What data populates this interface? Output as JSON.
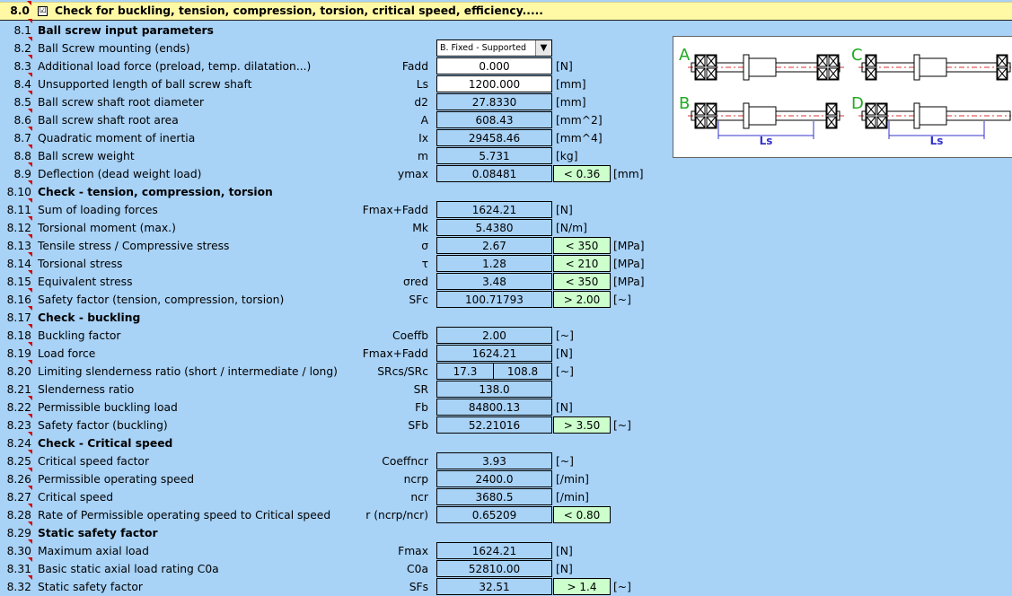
{
  "header": {
    "num": "8.0",
    "checked": "☑",
    "title": "Check for buckling, tension, compression, torsion, critical speed, efficiency....."
  },
  "rows": [
    {
      "num": "8.1",
      "label": "Ball screw input parameters",
      "section": true
    },
    {
      "num": "8.2",
      "label": "Ball Screw mounting (ends)",
      "dropdown": "B. Fixed - Supported"
    },
    {
      "num": "8.3",
      "label": "Additional load force (preload, temp. dilatation...)",
      "sym": "Fadd",
      "value": "0.000",
      "unit": "[N]",
      "white": true
    },
    {
      "num": "8.4",
      "label": "Unsupported length of ball screw shaft",
      "sym": "Ls",
      "value": "1200.000",
      "unit": "[mm]",
      "white": true
    },
    {
      "num": "8.5",
      "label": "Ball screw shaft root diameter",
      "sym": "d2",
      "value": "27.8330",
      "unit": "[mm]"
    },
    {
      "num": "8.6",
      "label": "Ball screw shaft root area",
      "sym": "A",
      "value": "608.43",
      "unit": "[mm^2]"
    },
    {
      "num": "8.7",
      "label": "Quadratic moment of inertia",
      "sym": "Ix",
      "value": "29458.46",
      "unit": "[mm^4]"
    },
    {
      "num": "8.8",
      "label": "Ball screw weight",
      "sym": "m",
      "value": "5.731",
      "unit": "[kg]"
    },
    {
      "num": "8.9",
      "label": "Deflection (dead weight load)",
      "sym": "ymax",
      "value": "0.08481",
      "limit": "< 0.36",
      "unit": "[mm]"
    },
    {
      "num": "8.10",
      "label": "Check - tension, compression, torsion",
      "section": true
    },
    {
      "num": "8.11",
      "label": "Sum of loading forces",
      "sym": "Fmax+Fadd",
      "value": "1624.21",
      "unit": "[N]"
    },
    {
      "num": "8.12",
      "label": "Torsional moment (max.)",
      "sym": "Mk",
      "value": "5.4380",
      "unit": "[N/m]"
    },
    {
      "num": "8.13",
      "label": "Tensile stress / Compressive stress",
      "sym": "σ",
      "value": "2.67",
      "limit": "< 350",
      "unit": "[MPa]"
    },
    {
      "num": "8.14",
      "label": "Torsional stress",
      "sym": "τ",
      "value": "1.28",
      "limit": "< 210",
      "unit": "[MPa]"
    },
    {
      "num": "8.15",
      "label": "Equivalent stress",
      "sym": "σred",
      "value": "3.48",
      "limit": "< 350",
      "unit": "[MPa]"
    },
    {
      "num": "8.16",
      "label": "Safety factor (tension, compression, torsion)",
      "sym": "SFc",
      "value": "100.71793",
      "limit": "> 2.00",
      "unit": "[~]"
    },
    {
      "num": "8.17",
      "label": "Check - buckling",
      "section": true
    },
    {
      "num": "8.18",
      "label": "Buckling factor",
      "sym": "Coeffb",
      "value": "2.00",
      "unit": "[~]"
    },
    {
      "num": "8.19",
      "label": "Load force",
      "sym": "Fmax+Fadd",
      "value": "1624.21",
      "unit": "[N]"
    },
    {
      "num": "8.20",
      "label": "Limiting slenderness ratio (short / intermediate / long)",
      "sym": "SRcs/SRc",
      "v1": "17.3",
      "v2": "108.8",
      "unit": "[~]"
    },
    {
      "num": "8.21",
      "label": "Slenderness ratio",
      "sym": "SR",
      "value": "138.0"
    },
    {
      "num": "8.22",
      "label": "Permissible buckling load",
      "sym": "Fb",
      "value": "84800.13",
      "unit": "[N]"
    },
    {
      "num": "8.23",
      "label": "Safety factor (buckling)",
      "sym": "SFb",
      "value": "52.21016",
      "limit": "> 3.50",
      "unit": "[~]"
    },
    {
      "num": "8.24",
      "label": "Check - Critical speed",
      "section": true
    },
    {
      "num": "8.25",
      "label": "Critical speed factor",
      "sym": "Coeffncr",
      "value": "3.93",
      "unit": "[~]"
    },
    {
      "num": "8.26",
      "label": "Permissible operating speed",
      "sym": "ncrp",
      "value": "2400.0",
      "unit": "[/min]"
    },
    {
      "num": "8.27",
      "label": "Critical speed",
      "sym": "ncr",
      "value": "3680.5",
      "unit": "[/min]"
    },
    {
      "num": "8.28",
      "label": "Rate of Permissible operating speed to Critical speed",
      "sym": "r (ncrp/ncr)",
      "value": "0.65209",
      "limit": "< 0.80"
    },
    {
      "num": "8.29",
      "label": "Static safety factor",
      "section": true
    },
    {
      "num": "8.30",
      "label": "Maximum axial load",
      "sym": "Fmax",
      "value": "1624.21",
      "unit": "[N]"
    },
    {
      "num": "8.31",
      "label": "Basic static axial load rating C0a",
      "sym": "C0a",
      "value": "52810.00",
      "unit": "[N]"
    },
    {
      "num": "8.32",
      "label": "Static safety factor",
      "sym": "SFs",
      "value": "32.51",
      "limit": "> 1.4",
      "unit": "[~]"
    }
  ],
  "diagram": {
    "labels": [
      "A",
      "B",
      "C",
      "D"
    ],
    "dim_label": "Ls",
    "accent": "#22aa22",
    "dim_color": "#3333cc"
  },
  "colors": {
    "background": "#a8d2f6",
    "header": "#fff9a6",
    "limit": "#ccffcc",
    "marker": "#d00000"
  }
}
